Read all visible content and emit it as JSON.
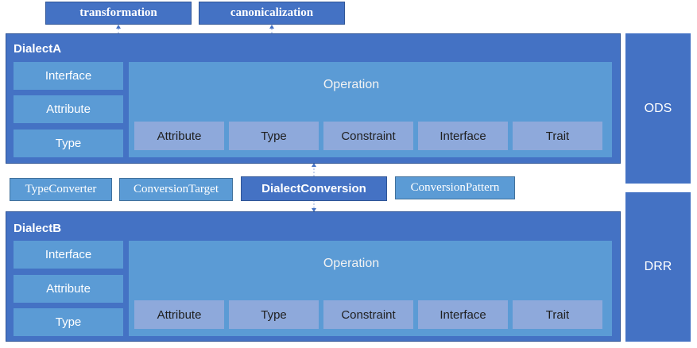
{
  "top": {
    "transformation": "transformation",
    "canonicalization": "canonicalization"
  },
  "dialect_a": {
    "title": "DialectA",
    "left": [
      "Interface",
      "Attribute",
      "Type"
    ],
    "operation": "Operation",
    "sub": [
      "Attribute",
      "Type",
      "Constraint",
      "Interface",
      "Trait"
    ]
  },
  "middle": {
    "type_converter": "TypeConverter",
    "conversion_target": "ConversionTarget",
    "dialect_conversion": "DialectConversion",
    "conversion_pattern": "ConversionPattern"
  },
  "dialect_b": {
    "title": "DialectB",
    "left": [
      "Interface",
      "Attribute",
      "Type"
    ],
    "operation": "Operation",
    "sub": [
      "Attribute",
      "Type",
      "Constraint",
      "Interface",
      "Trait"
    ]
  },
  "side": {
    "ods": "ODS",
    "drr": "DRR"
  },
  "colors": {
    "dark_blue": "#4472c4",
    "mid_blue": "#5b9bd5",
    "light_blue": "#8ea9db"
  }
}
